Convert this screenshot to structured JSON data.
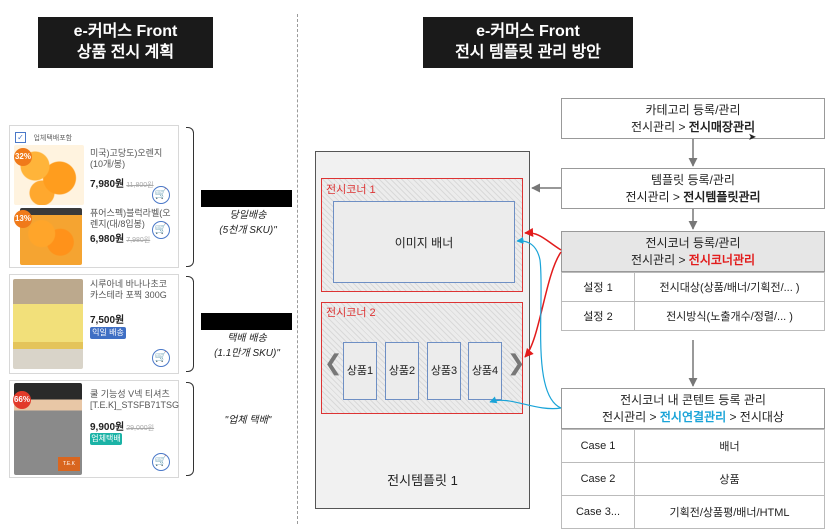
{
  "left_title": {
    "line1": "e-커머스 Front",
    "line2": "상품 전시 계획"
  },
  "right_title": {
    "line1": "e-커머스 Front",
    "line2": "전시 템플릿 관리 방안"
  },
  "products": {
    "checkbox_label": "업체택배포함",
    "p1": {
      "discount": "32%",
      "name": "미국)고당도)오렌지(10개/봉)",
      "price": "7,980원",
      "old": "11,800원"
    },
    "p2": {
      "discount": "13%",
      "name": "퓨어스펙)블럭라벨(오렌지(대/8입봉)",
      "price": "6,980원",
      "old": "7,980원"
    },
    "p3": {
      "name": "시루아네 바나나초코 카스테라 포찍 300G",
      "price": "7,500원",
      "badge": "익일 배송"
    },
    "p4": {
      "discount": "66%",
      "name": "쿨 기능성 V넥 티셔츠 [T.E.K]_STSFB71TSG",
      "price": "9,900원",
      "old": "29,000원",
      "badge": "업체택배",
      "shirt_brand": "T.E.K"
    }
  },
  "notes": {
    "n1": {
      "l1": "당일배송",
      "l2": "(5천개 SKU)\""
    },
    "n2": {
      "l1": "택배 배송",
      "l2": "(1.1만개 SKU)\""
    },
    "n3": {
      "l1": "\"업체 택배\""
    }
  },
  "template": {
    "corner1_label": "전시코너 1",
    "banner_label": "이미지 배너",
    "corner2_label": "전시코너 2",
    "slots": [
      "상품1",
      "상품2",
      "상품3",
      "상품4"
    ],
    "chev_left": "❮",
    "chev_right": "❯",
    "footer": "전시템플릿 1"
  },
  "boxes": {
    "b1": {
      "l1": "카테고리 등록/관리",
      "l2_pre": "전시관리 > ",
      "l2_hl": "전시매장관리"
    },
    "b2": {
      "l1": "템플릿 등록/관리",
      "l2_pre": "전시관리 > ",
      "l2_hl": "전시템플릿관리"
    },
    "b3": {
      "l1": "전시코너  등록/관리",
      "l2_pre": "전시관리 > ",
      "l2_hl": "전시코너관리"
    },
    "b4": {
      "l1": "전시코너 내 콘텐트 등록 관리",
      "l2_pre": "전시관리 > ",
      "l2_hl": "전시연결관리",
      "l2_post": " > 전시대상"
    }
  },
  "settings": [
    {
      "k": "설정 1",
      "v": "전시대상(상품/배너/기획전/... )"
    },
    {
      "k": "설정 2",
      "v": "전시방식(노출개수/정렬/... )"
    }
  ],
  "cases": [
    {
      "k": "Case 1",
      "v": "배너"
    },
    {
      "k": "Case 2",
      "v": "상품"
    },
    {
      "k": "Case 3...",
      "v": "기획전/상품평/배너/HTML"
    }
  ],
  "colors": {
    "accent_red": "#e21b1b",
    "accent_cyan": "#1aa4d8",
    "corner_border": "#dd3333",
    "slot_border": "#6e8fc4"
  }
}
